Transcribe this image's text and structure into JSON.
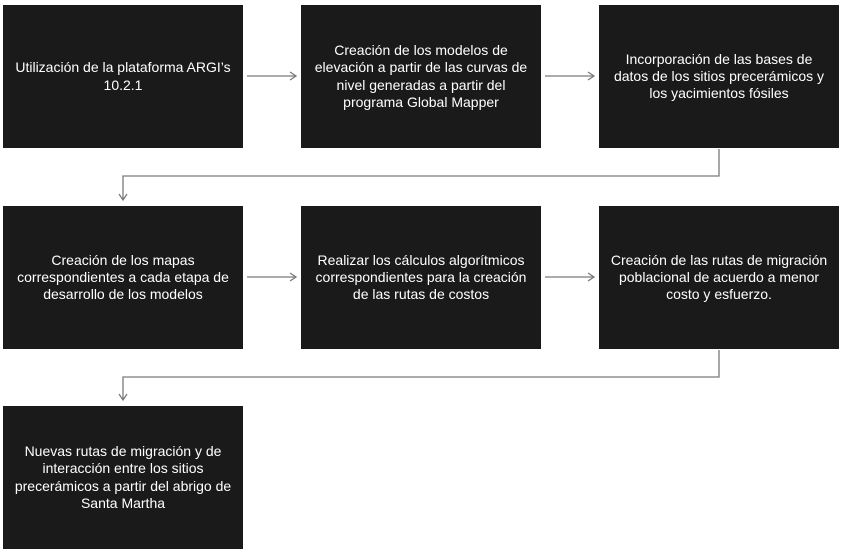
{
  "flowchart": {
    "steps": [
      "Utilización de la plataforma ARGI’s 10.2.1",
      "Creación de los modelos de elevación a partir de las curvas de nivel generadas a partir del programa Global Mapper",
      "Incorporación de las bases de datos de los sitios precerámicos y los yacimientos fósiles",
      "Creación de los mapas correspondientes a cada etapa de desarrollo de los modelos",
      "Realizar los cálculos algorítmicos correspondientes para la creación de las rutas de costos",
      "Creación de las rutas de migración poblacional de acuerdo a menor costo y esfuerzo.",
      "Nuevas rutas de migración y de interacción entre los sitios precerámicos  a partir del abrigo de Santa Martha"
    ],
    "box_color": "#1a1a1a",
    "text_color": "#ffffff",
    "connector_color": "#7a7a7a"
  }
}
